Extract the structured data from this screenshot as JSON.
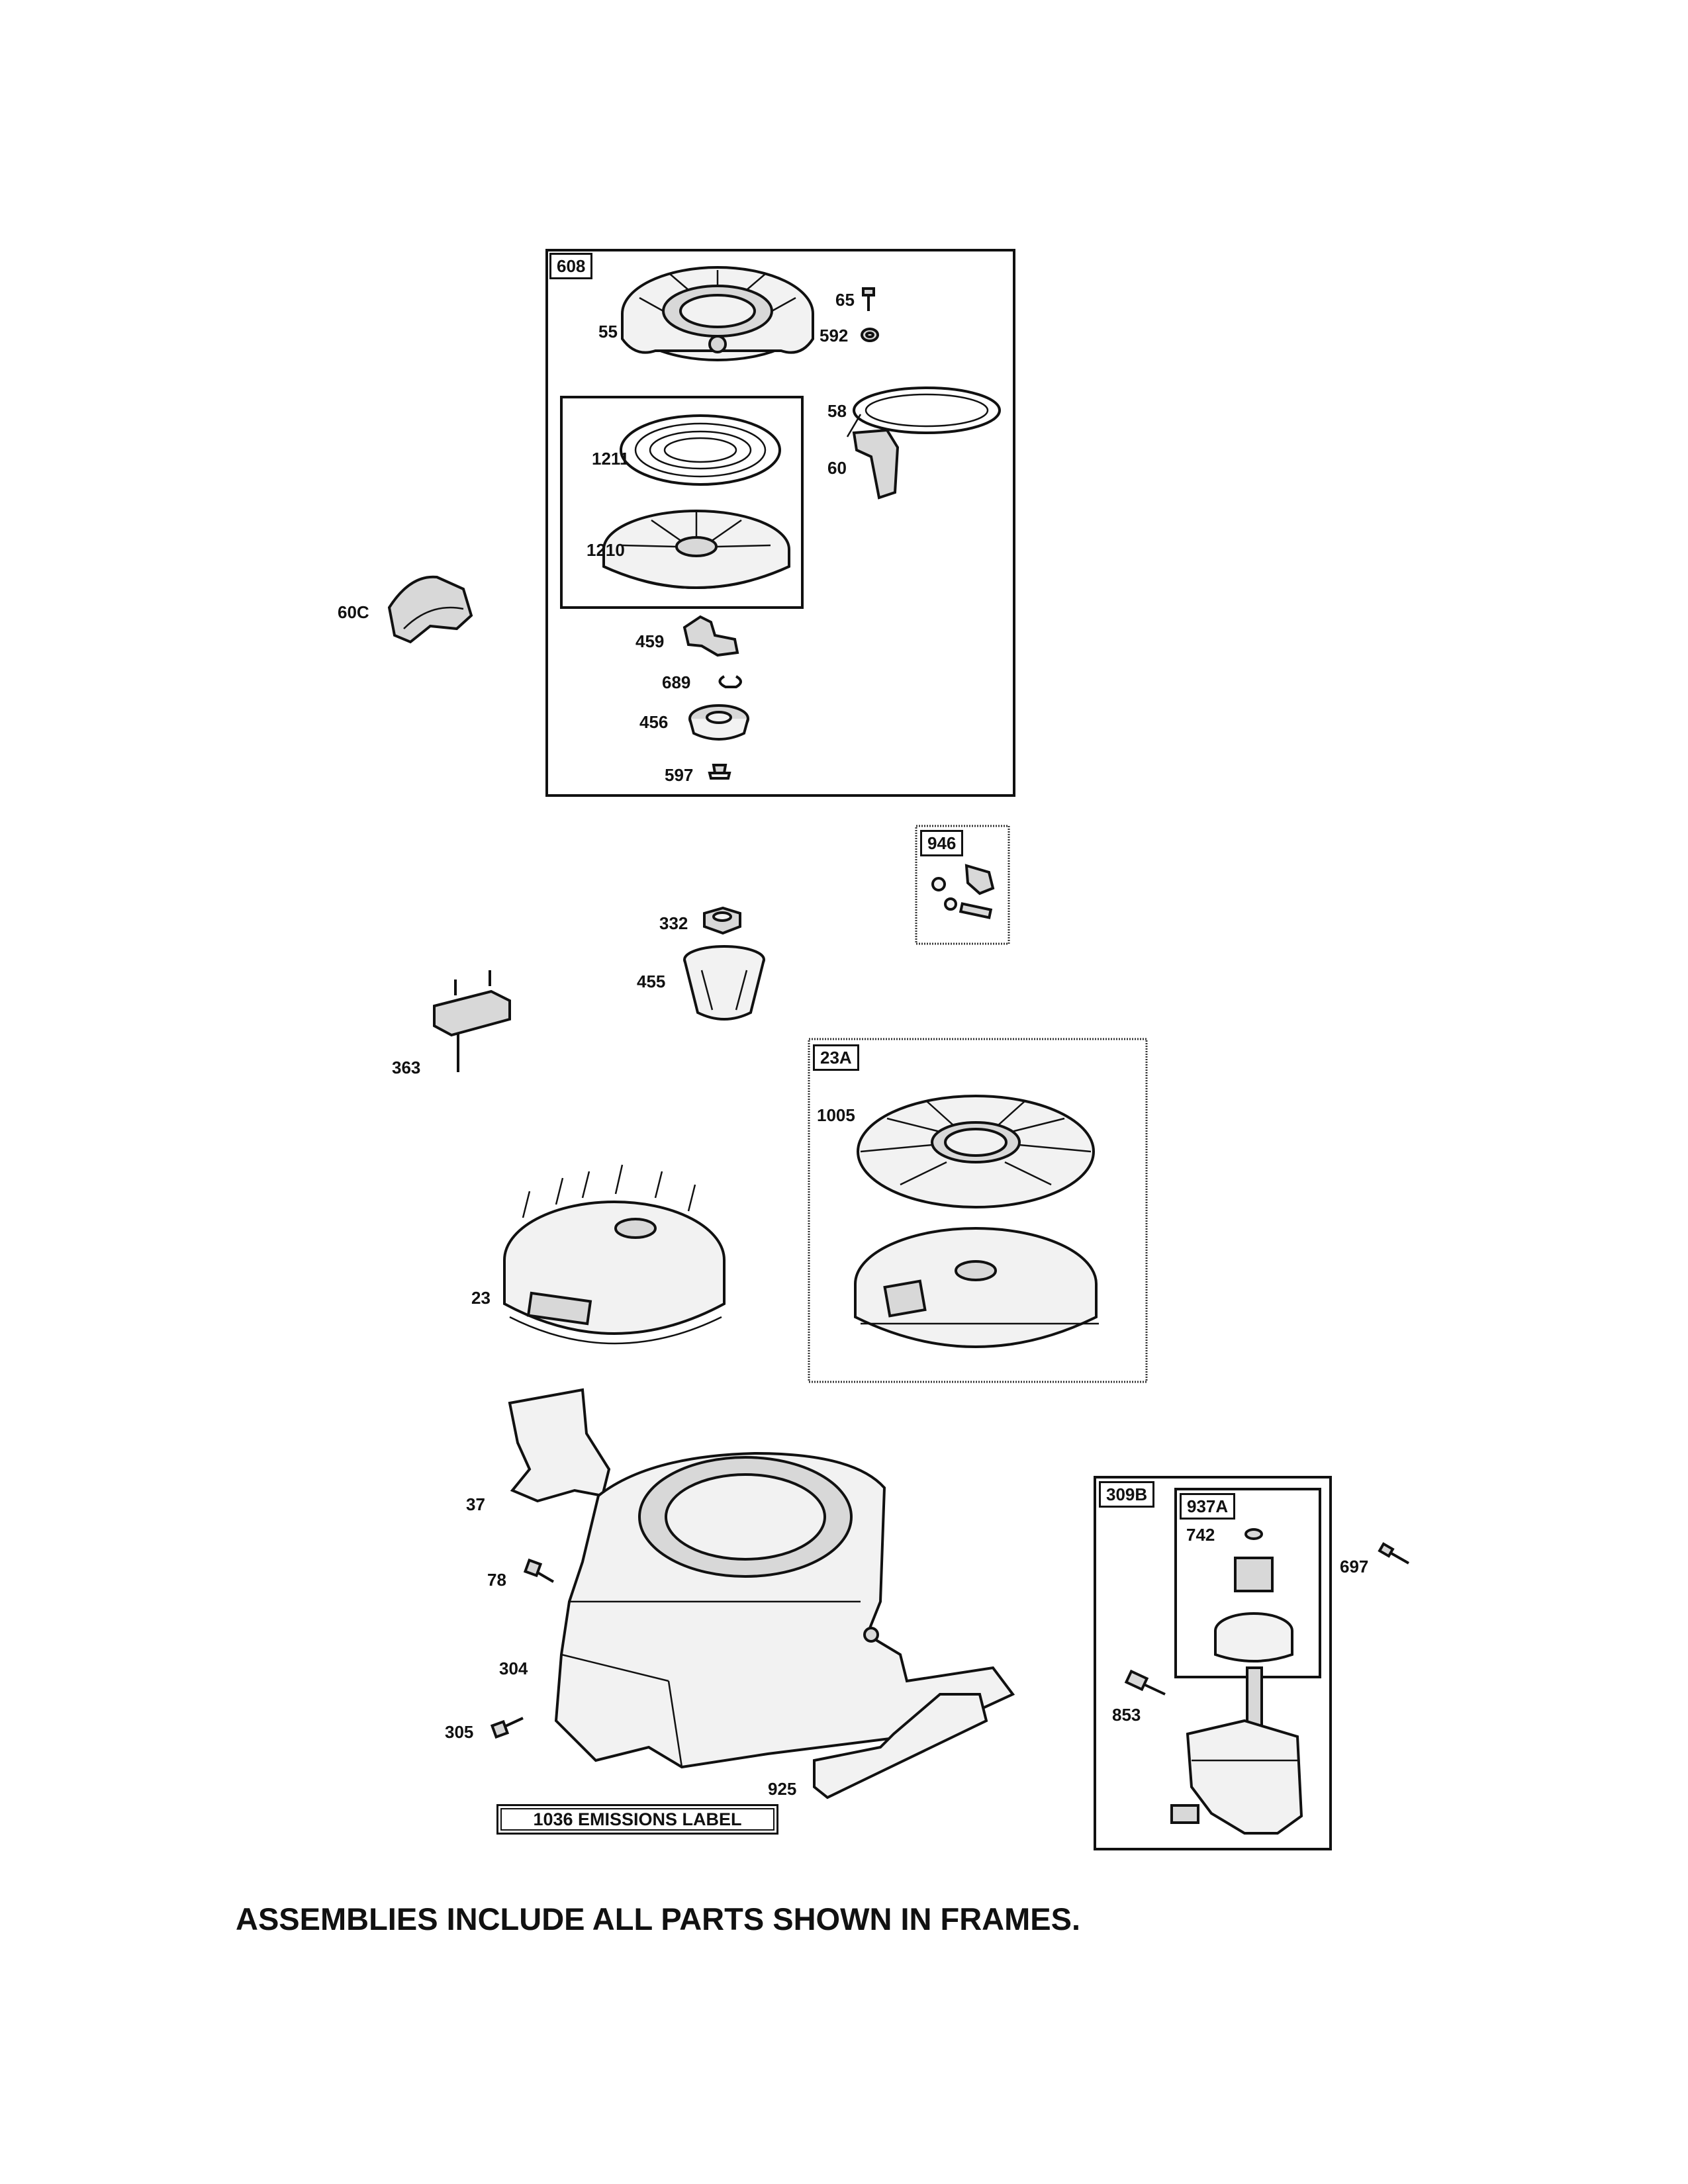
{
  "frames": {
    "f608": "608",
    "f946": "946",
    "f23a": "23A",
    "f309b": "309B",
    "f937a": "937A"
  },
  "callouts": {
    "p55": "55",
    "p65": "65",
    "p592": "592",
    "p58": "58",
    "p60": "60",
    "p1211": "1211",
    "p1210": "1210",
    "p60c": "60C",
    "p459": "459",
    "p689": "689",
    "p456": "456",
    "p597": "597",
    "p332": "332",
    "p455": "455",
    "p363": "363",
    "p1005": "1005",
    "p23": "23",
    "p37": "37",
    "p78": "78",
    "p304": "304",
    "p305": "305",
    "p925": "925",
    "p742": "742",
    "p697": "697",
    "p853": "853"
  },
  "emissions_label": "1036 EMISSIONS LABEL",
  "footer_note": "ASSEMBLIES INCLUDE ALL PARTS SHOWN IN FRAMES."
}
